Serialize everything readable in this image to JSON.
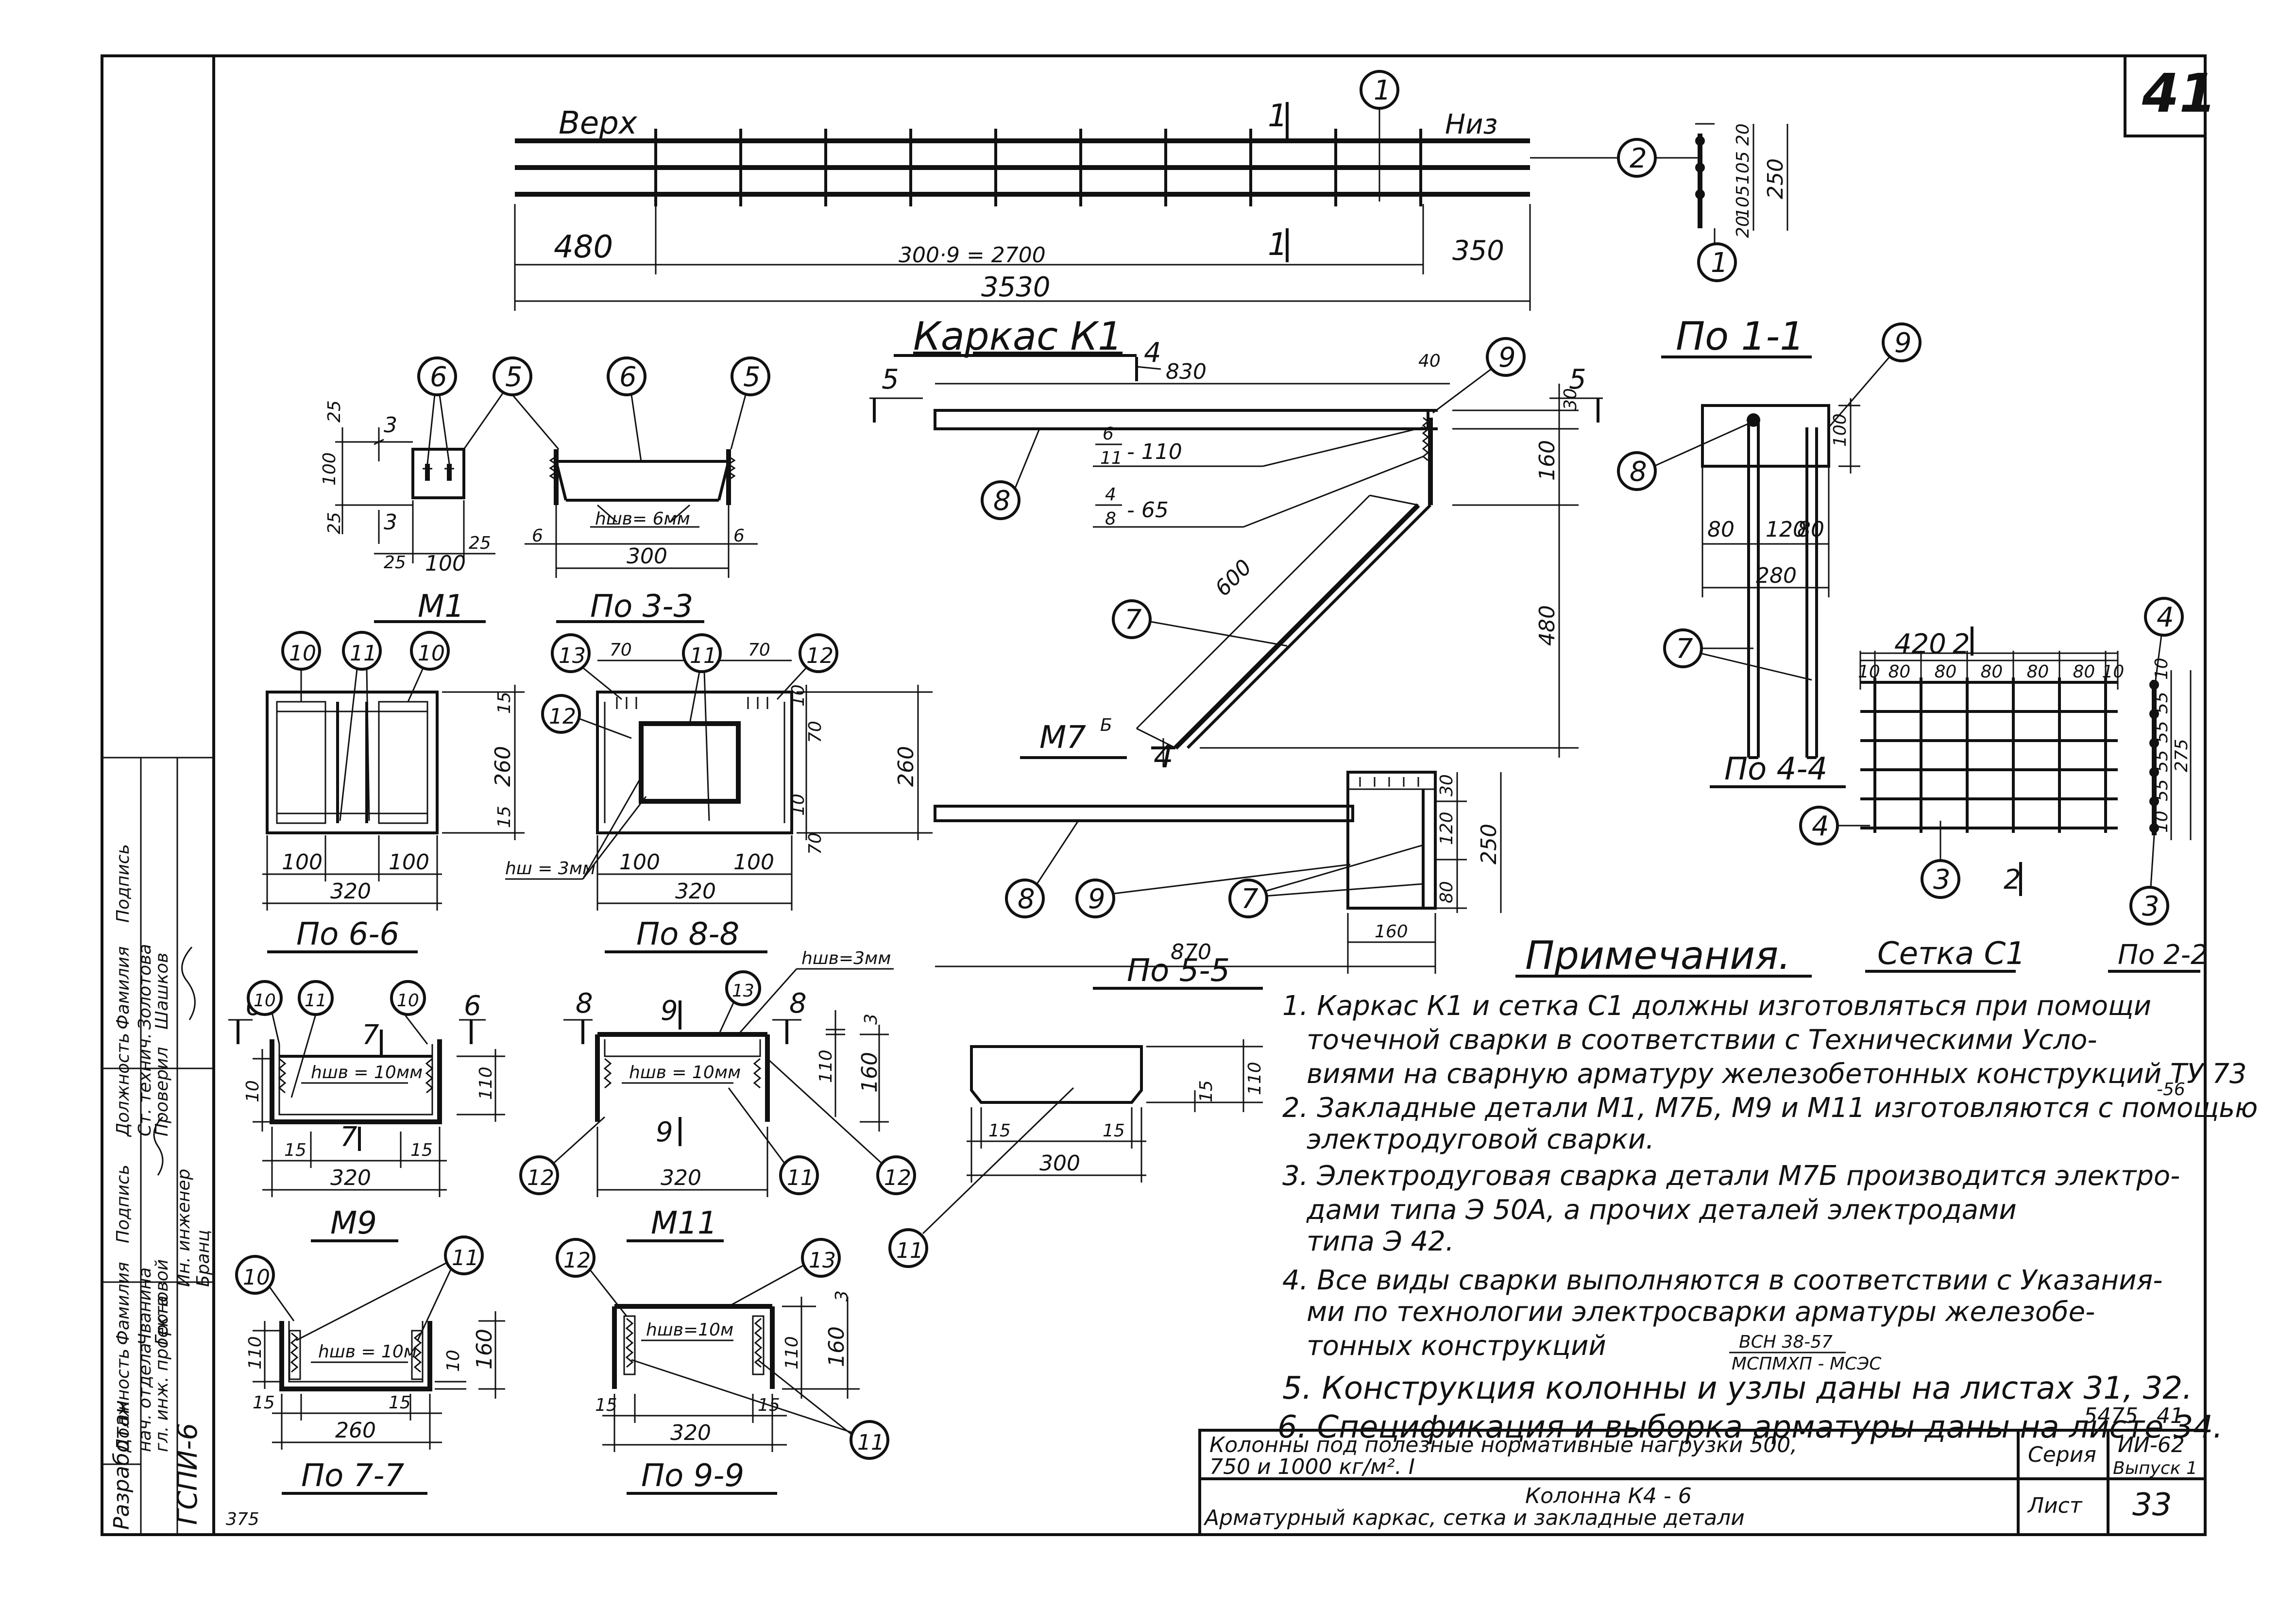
{
  "sheet": {
    "page_corner": "41",
    "archive_number": "5475",
    "archive_page": "41",
    "bottom_left_mark": "375"
  },
  "top_carcass": {
    "label_top": "Верх",
    "label_bottom": "Низ",
    "section_mark": "1",
    "dims": {
      "left": "480",
      "middle": "300·9 = 2700",
      "right": "350",
      "total": "3530"
    },
    "title": "Каркас К1"
  },
  "small_section": {
    "dims": [
      "20",
      "105",
      "105",
      "20"
    ],
    "total": "250"
  },
  "m1": {
    "title": "М1",
    "dims_v": [
      "25",
      "100",
      "25"
    ],
    "dims_h": [
      "25",
      "100",
      "25"
    ],
    "section": "3"
  },
  "section_3_3": {
    "title": "По 3-3",
    "weld": "hшв= 6мм",
    "width": "300",
    "side": "6"
  },
  "m7": {
    "title": "М7",
    "title_sup": "Б",
    "section": "5",
    "section_4": "4",
    "dims": {
      "top": "830",
      "right_top": "40",
      "right_mid": "160",
      "right_low": "480",
      "diag": "600",
      "small_top": "30"
    },
    "callout_a": {
      "num": "6",
      "den": "11",
      "val": "- 110"
    },
    "callout_b": {
      "num": "4",
      "den": "8",
      "val": "- 65"
    }
  },
  "section_5_5": {
    "title": "По 5-5",
    "width": "870",
    "plate_w": "160",
    "dims_v": [
      "30",
      "120",
      "80"
    ],
    "total": "250"
  },
  "section_1_1": {
    "title": "По 1-1",
    "dims": [
      "80",
      "120",
      "80"
    ],
    "total": "280",
    "h": "100"
  },
  "section_4_4": {
    "title": "По 4-4"
  },
  "mesh_c1": {
    "title": "Сетка С1",
    "width": "420",
    "dims": [
      "10",
      "80",
      "80",
      "80",
      "80",
      "80",
      "10"
    ],
    "section": "2",
    "side_dims": [
      "10",
      "55",
      "55",
      "55",
      "55",
      "10"
    ],
    "side_total": "275"
  },
  "section_2_2": {
    "title": "По 2-2"
  },
  "section_6_6": {
    "title": "По 6-6",
    "dims_h": [
      "100",
      "100"
    ],
    "width": "320",
    "dims_v": [
      "15",
      "260",
      "15"
    ]
  },
  "section_8_8": {
    "title": "По 8-8",
    "dims_top": [
      "70",
      "70"
    ],
    "dims_bottom": [
      "100",
      "100"
    ],
    "width": "320",
    "dims_v": [
      "10",
      "70",
      "10",
      "70"
    ],
    "total": "260",
    "weld": "hш = 3мм"
  },
  "m9": {
    "title": "М9",
    "weld": "hшв = 10мм",
    "dims_h": [
      "15",
      "15"
    ],
    "width": "320",
    "dims_v": [
      "10",
      "110"
    ],
    "section_6": "6",
    "section_7": "7"
  },
  "m11": {
    "title": "М11",
    "weld": "hшв = 10мм",
    "width": "320",
    "dims_v": [
      "3",
      "110",
      "160"
    ],
    "section_8": "8",
    "section_9": "9",
    "weld_top": "hшв=3мм"
  },
  "part_11": {
    "dims_h": [
      "15",
      "15"
    ],
    "width": "300",
    "dims_v": [
      "15",
      "110"
    ]
  },
  "section_7_7": {
    "title": "По 7-7",
    "weld": "hшв = 10м",
    "dims_h": [
      "15",
      "15"
    ],
    "width": "260",
    "dims_v": [
      "110",
      "10",
      "160"
    ]
  },
  "section_9_9": {
    "title": "По 9-9",
    "weld": "hшв=10м",
    "dims_h": [
      "15",
      "15"
    ],
    "width": "320",
    "dims_v": [
      "3",
      "110",
      "160"
    ]
  },
  "callouts": [
    "1",
    "2",
    "3",
    "4",
    "5",
    "6",
    "7",
    "8",
    "9",
    "10",
    "11",
    "12",
    "13"
  ],
  "notes": {
    "title": "Примечания.",
    "items": [
      "1. Каркас К1 и сетка С1 должны изготовляться при помощи",
      "точечной сварки в соответствии с Техническими Усло-",
      "виями на сварную арматуру железобетонных конструкций ТУ 73",
      "2. Закладные детали М1, М7Б, М9 и М11 изготовляются с помощью",
      "электродуговой сварки.",
      "3. Электродуговая сварка детали М7Б производится электро-",
      "дами типа Э 50А, а прочих деталей электродами",
      "типа Э 42.",
      "4. Все виды сварки выполняются в соответствии с Указания-",
      "ми по технологии электросварки арматуры железобе-",
      "тонных конструкций",
      "5. Конструкция колонны и узлы даны на листах 31, 32.",
      "6. Спецификация и выборка арматуры даны на листе 34."
    ],
    "suffix_1": "-56",
    "frac_num": "ВСН 38-57",
    "frac_den": "МСПМХП - МСЭС"
  },
  "title_block": {
    "line1": "Колонны под полезные нормативные нагрузки 500,",
    "line2": "750 и 1000 кг/м². I",
    "line3": "Колонна К4 - 6",
    "line4": "Арматурный каркас, сетка и закладные детали",
    "series_label": "Серия",
    "series_value": "ИИ-62",
    "issue": "Выпуск 1",
    "sheet_label": "Лист",
    "sheet_value": "33"
  },
  "side_stamp": {
    "org": "ГСПИ-6",
    "developed": "Разработан",
    "headers": [
      "Должность",
      "Фамилия",
      "Подпись",
      "Должность",
      "Фамилия",
      "Подпись"
    ],
    "row1": [
      "нач. отдела",
      "Чванина",
      "",
      "Ст. технич.",
      "Золотова",
      ""
    ],
    "row2": [
      "гл. инж. проекта",
      "Гроновой",
      "",
      "Проверил",
      "Шашков",
      ""
    ],
    "row3": [
      "Ин. инженер",
      "Бранц",
      "",
      "",
      "",
      ""
    ]
  }
}
